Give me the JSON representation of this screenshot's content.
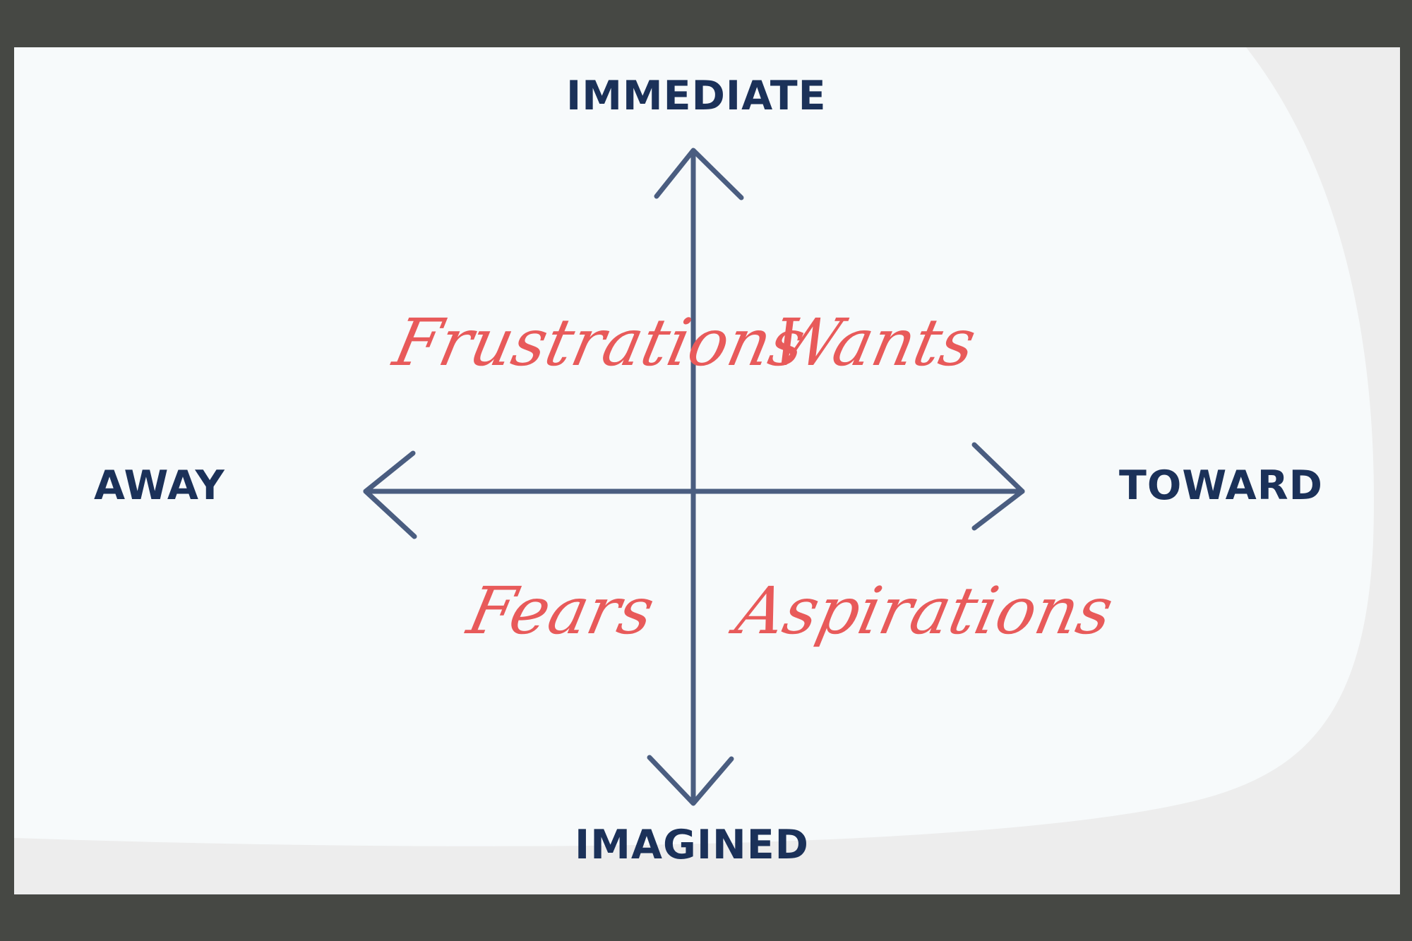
{
  "colors": {
    "frame": "#464844",
    "panel": "#ededed",
    "card": "#f7fafb",
    "axis": "#4a5d80",
    "axis_label": "#1b3159",
    "quadrant_text": "#e85a5a"
  },
  "axes": {
    "top": "IMMEDIATE",
    "bottom": "IMAGINED",
    "left": "AWAY",
    "right": "TOWARD"
  },
  "quadrants": {
    "top_left": "Frustrations",
    "top_right": "Wants",
    "bottom_left": "Fears",
    "bottom_right": "Aspirations"
  }
}
